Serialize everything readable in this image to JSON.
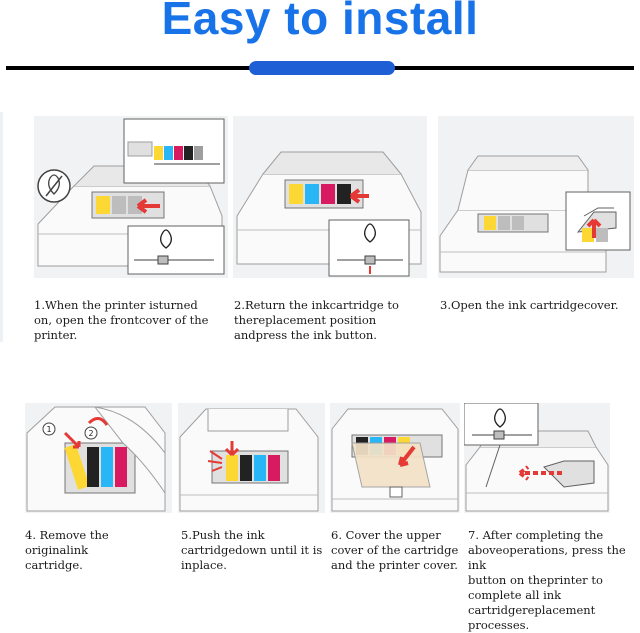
{
  "header": {
    "title": "Easy to install",
    "title_color": "#1873e8",
    "accent_color": "#1e5fd6"
  },
  "steps": [
    {
      "lines": [
        "1.When the printer isturned",
        "on, open the frontcover of the",
        "printer."
      ]
    },
    {
      "lines": [
        "2.Return the inkcartridge to",
        "thereplacement position",
        "andpress the ink button."
      ]
    },
    {
      "lines": [
        "3.Open the ink cartridgecover."
      ]
    },
    {
      "lines": [
        "4. Remove the originalink",
        "cartridge."
      ]
    },
    {
      "lines": [
        "5.Push the ink",
        "cartridgedown until it is",
        "inplace."
      ]
    },
    {
      "lines": [
        "6. Cover the upper",
        "cover of the cartridge",
        "and the printer cover."
      ]
    },
    {
      "lines": [
        "7. After completing the",
        "aboveoperations, press the ink",
        "button on theprinter to",
        "complete all ink",
        "cartridgereplacement processes."
      ]
    }
  ],
  "callouts": {
    "step4_marker_1": "1",
    "step4_marker_2": "2"
  },
  "colors": {
    "arrow_red": "#e53935",
    "ink_cyan": "#29b6f6",
    "ink_magenta": "#d81b60",
    "ink_yellow": "#fdd835",
    "ink_black": "#222222"
  }
}
